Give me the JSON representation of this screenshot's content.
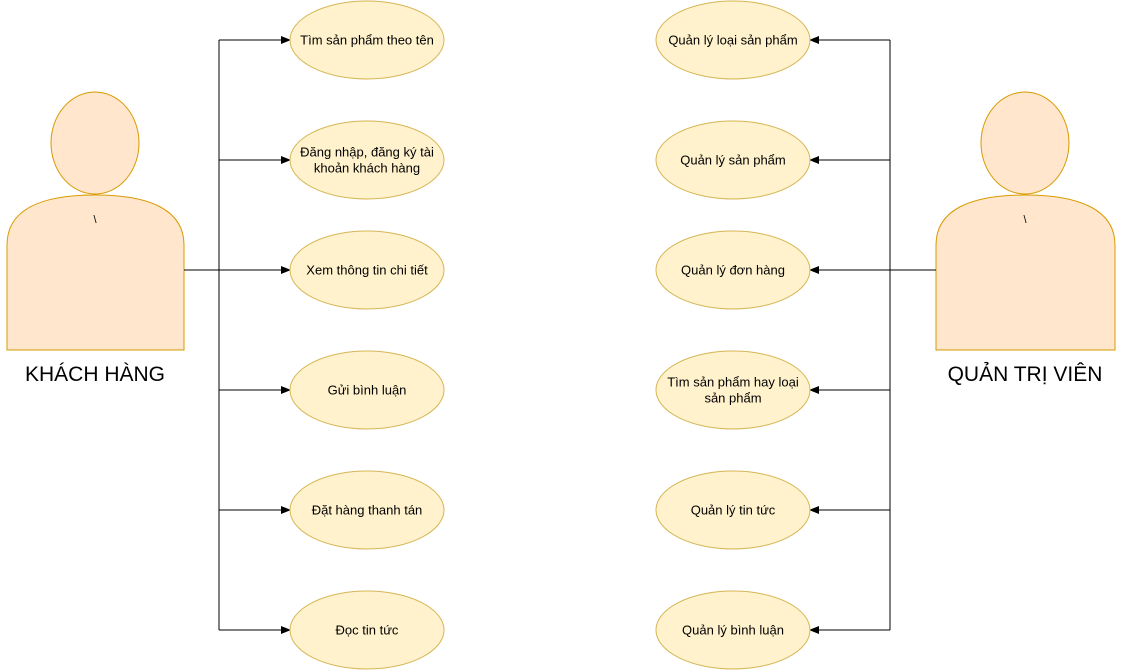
{
  "colors": {
    "actor_fill": "#ffe6cc",
    "actor_stroke": "#d79b00",
    "usecase_fill": "#fff2cc",
    "usecase_stroke": "#d6b656",
    "edge": "#000000"
  },
  "actors": {
    "customer": {
      "label": "KHÁCH HÀNG",
      "mark": "\\"
    },
    "admin": {
      "label": "QUẢN TRỊ VIÊN",
      "mark": "\\"
    }
  },
  "customer_use_cases": [
    {
      "lines": [
        "Tìm sản phẩm theo tên"
      ]
    },
    {
      "lines": [
        "Đăng nhập, đăng ký tài",
        "khoản khách hàng"
      ]
    },
    {
      "lines": [
        "Xem thông tin chi tiết"
      ]
    },
    {
      "lines": [
        "Gửi bình luận"
      ]
    },
    {
      "lines": [
        "Đặt hàng thanh tán"
      ]
    },
    {
      "lines": [
        "Đọc tin tức"
      ]
    }
  ],
  "admin_use_cases": [
    {
      "lines": [
        "Quản lý loại sản phẩm"
      ]
    },
    {
      "lines": [
        "Quản lý sản phẩm"
      ]
    },
    {
      "lines": [
        "Quản lý đơn hàng"
      ]
    },
    {
      "lines": [
        "Tìm sản phẩm hay loại",
        "sản phẩm"
      ]
    },
    {
      "lines": [
        "Quản lý tin tức"
      ]
    },
    {
      "lines": [
        "Quản lý bình luận"
      ]
    }
  ]
}
